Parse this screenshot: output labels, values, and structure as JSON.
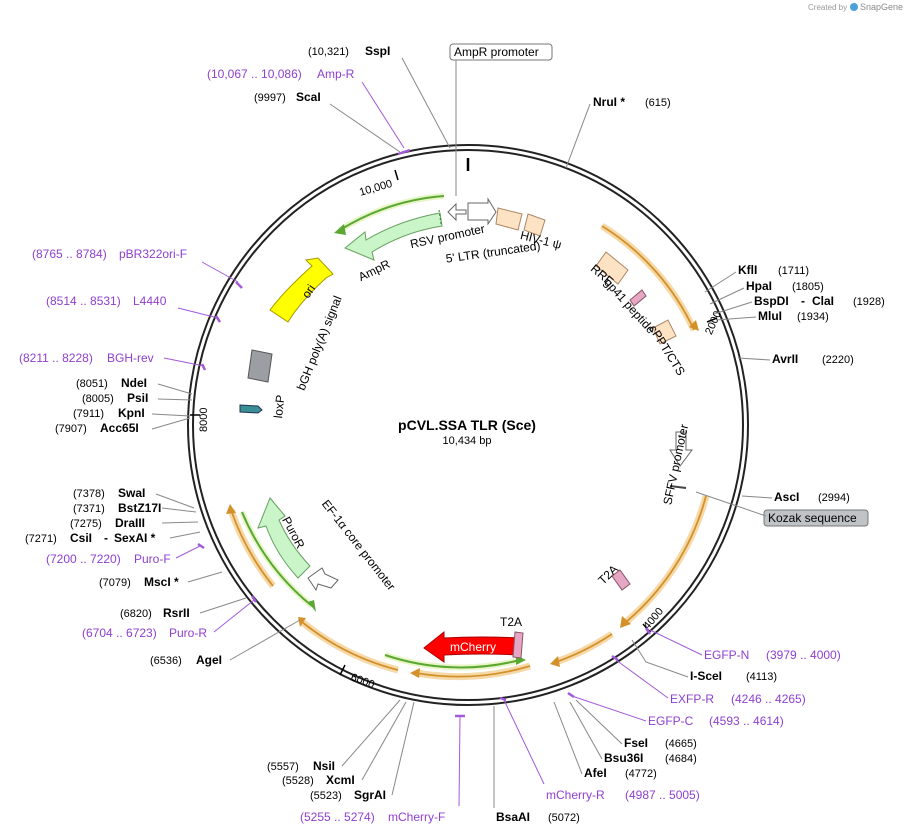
{
  "credit": {
    "prefix": "Created by",
    "brand": "SnapGene"
  },
  "plasmid": {
    "name": "pCVL.SSA TLR (Sce)",
    "size_label": "10,434 bp"
  },
  "ticks": {
    "t2000": "2000",
    "t4000": "4000",
    "t6000": "6000",
    "t8000": "8000",
    "t10000": "10,000"
  },
  "enzymes": {
    "sspi": {
      "pos": "(10,321)",
      "name": "SspI"
    },
    "scai": {
      "pos": "(9997)",
      "name": "ScaI"
    },
    "nrui": {
      "name": "NruI *",
      "pos": "(615)"
    },
    "kfli": {
      "name": "KflI",
      "pos": "(1711)"
    },
    "hpai": {
      "name": "HpaI",
      "pos": "(1805)"
    },
    "bspdi": {
      "name": "BspDI",
      "dash": "-",
      "name2": "ClaI",
      "pos": "(1928)"
    },
    "mlui": {
      "name": "MluI",
      "pos": "(1934)"
    },
    "avrii": {
      "name": "AvrII",
      "pos": "(2220)"
    },
    "asci": {
      "name": "AscI",
      "pos": "(2994)"
    },
    "isce": {
      "name": "I-SceI",
      "pos": "(4113)"
    },
    "fsei": {
      "name": "FseI",
      "pos": "(4665)"
    },
    "bsu36i": {
      "name": "Bsu36I",
      "pos": "(4684)"
    },
    "afei": {
      "name": "AfeI",
      "pos": "(4772)"
    },
    "bsaai": {
      "name": "BsaAI",
      "pos": "(5072)"
    },
    "nsii": {
      "pos": "(5557)",
      "name": "NsiI"
    },
    "xcmi": {
      "pos": "(5528)",
      "name": "XcmI"
    },
    "sgrai": {
      "pos": "(5523)",
      "name": "SgrAI"
    },
    "agei": {
      "pos": "(6536)",
      "name": "AgeI"
    },
    "rsrii": {
      "pos": "(6820)",
      "name": "RsrII"
    },
    "msci": {
      "pos": "(7079)",
      "name": "MscI *"
    },
    "csii": {
      "pos": "(7271)",
      "name": "CsiI",
      "dash": "-",
      "name2": "SexAI *"
    },
    "draiii": {
      "pos": "(7275)",
      "name": "DraIII"
    },
    "bstz17i": {
      "pos": "(7371)",
      "name": "BstZ17I"
    },
    "swai": {
      "pos": "(7378)",
      "name": "SwaI"
    },
    "ndei": {
      "pos": "(8051)",
      "name": "NdeI"
    },
    "psii": {
      "pos": "(8005)",
      "name": "PsiI"
    },
    "kpni": {
      "pos": "(7911)",
      "name": "KpnI"
    },
    "acc65i": {
      "pos": "(7907)",
      "name": "Acc65I"
    }
  },
  "primers": {
    "ampr": {
      "range": "(10,067 .. 10,086)",
      "name": "Amp-R"
    },
    "pbr": {
      "range": "(8765 .. 8784)",
      "name": "pBR322ori-F"
    },
    "l4440": {
      "range": "(8514 .. 8531)",
      "name": "L4440"
    },
    "bgh": {
      "range": "(8211 .. 8228)",
      "name": "BGH-rev"
    },
    "purof": {
      "range": "(7200 .. 7220)",
      "name": "Puro-F"
    },
    "puror": {
      "range": "(6704 .. 6723)",
      "name": "Puro-R"
    },
    "mcherryf": {
      "range": "(5255 .. 5274)",
      "name": "mCherry-F"
    },
    "mcherryr": {
      "name": "mCherry-R",
      "range": "(4987 .. 5005)"
    },
    "egfpn": {
      "name": "EGFP-N",
      "range": "(3979 .. 4000)"
    },
    "exfpr": {
      "name": "EXFP-R",
      "range": "(4246 .. 4265)"
    },
    "egfpc": {
      "name": "EGFP-C",
      "range": "(4593 .. 4614)"
    }
  },
  "boxed_features": {
    "ampr_promoter": "AmpR promoter",
    "kozak": "Kozak sequence"
  },
  "features": {
    "rsv": "RSV promoter",
    "ltr": "5' LTR (truncated)",
    "hiv": "HIV-1 ψ",
    "rre": "RRE",
    "gp41": "gp41 peptide",
    "cppt": "cPPT/CTS",
    "ampr": "AmpR",
    "ori": "ori",
    "bgh": "bGH poly(A) signal",
    "loxp": "loxP",
    "sffv": "SFFV promoter",
    "t2a_right": "T2A",
    "t2a_bottom": "T2A",
    "mcherry": "mCherry",
    "ef1a": "EF-1α core promoter",
    "puror": "PuroR"
  },
  "colors": {
    "orf_band": "#f5d9a8",
    "orf_arrow": "#d4912a",
    "green_arrow": "#5aa832",
    "ampr_fill": "#c9f5c8",
    "ori_fill": "#ffff00",
    "mcherry_fill": "#ff0000",
    "peach_fill": "#fde2c4",
    "gp41_fill": "#e6a7c4",
    "primer": "#8e3fd0",
    "kozak_box": "#bfc3c6"
  }
}
